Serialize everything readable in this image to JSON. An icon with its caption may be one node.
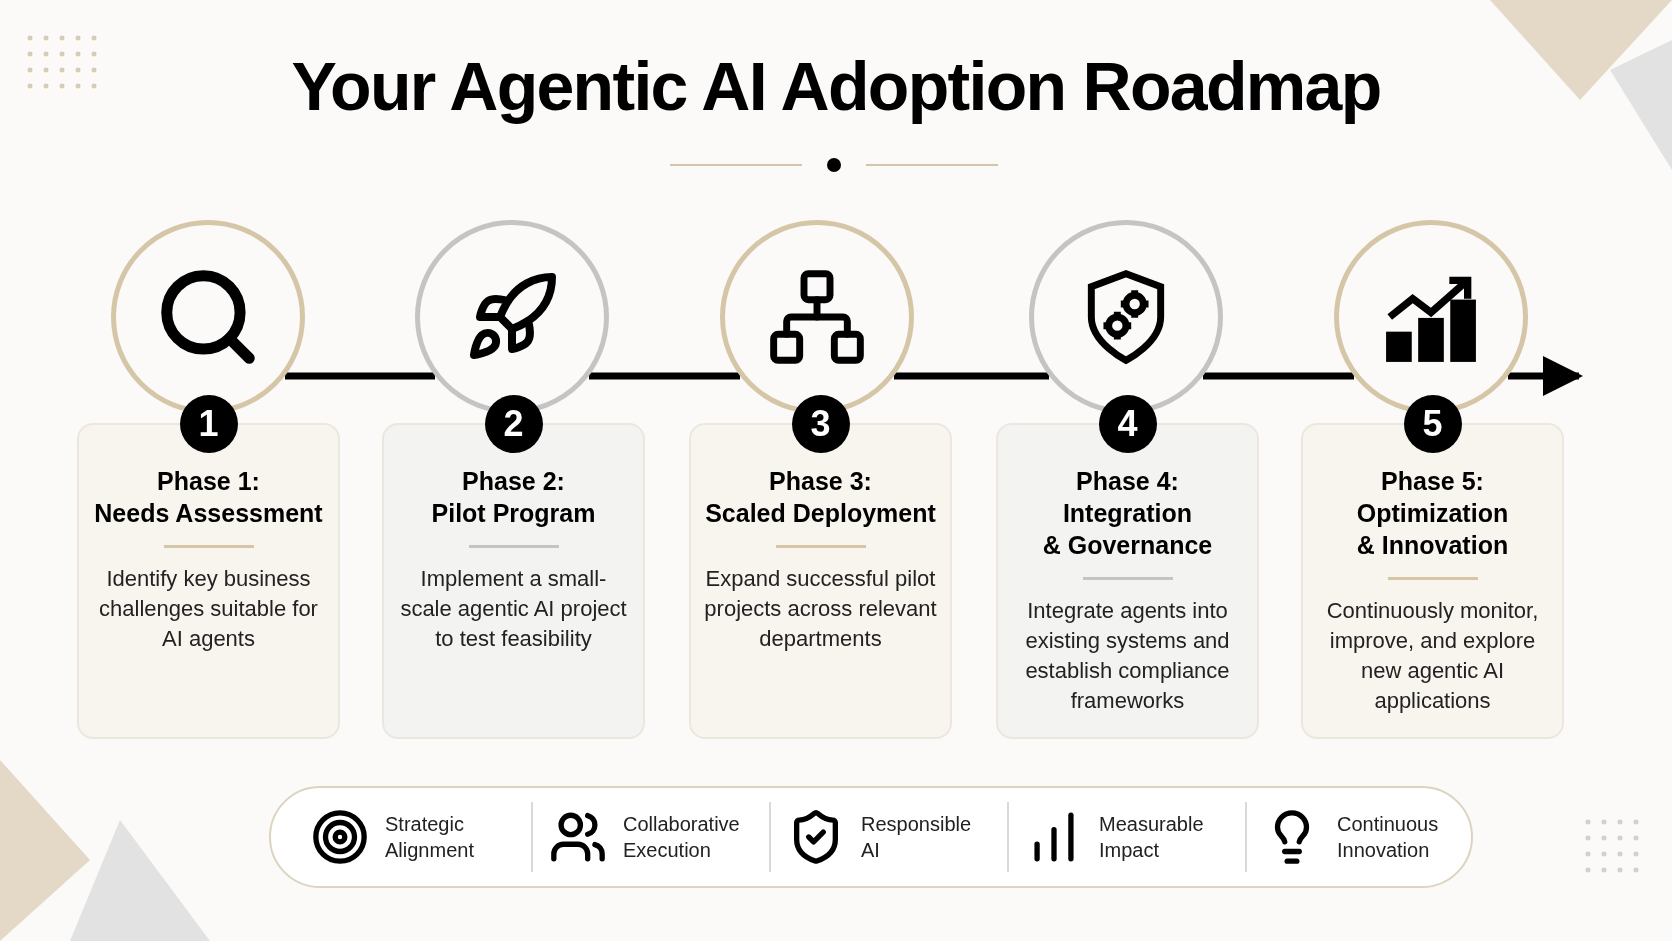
{
  "diagram": {
    "title": "Your Agentic AI Adoption Roadmap",
    "nodes": [
      {
        "text": [],
        "shape": "circle"
      },
      {
        "text": [
          "1",
          "Phase 1: Needs Assessment",
          "Identify key business challenges suitable for AI agents"
        ]
      },
      {
        "text": [],
        "shape": "circle"
      },
      {
        "text": [
          "2",
          "Phase 2: Pilot Program",
          "Implement a small-scale agentic AI project to test feasibility"
        ]
      },
      {
        "text": [],
        "shape": "circle"
      },
      {
        "text": [
          "3",
          "Phase 3: Scaled Deployment",
          "Expand successful pilot projects across relevant departments"
        ]
      },
      {
        "text": [],
        "shape": "circle"
      },
      {
        "text": [
          "4",
          "Phase 4: Integration & Governance",
          "Integrate agents into existing systems and establish compliance frameworks"
        ]
      },
      {
        "text": [],
        "shape": "circle"
      },
      {
        "text": [
          "5",
          "Phase 5: Optimization & Innovation",
          "Continuously monitor, improve, and explore new agentic AI applications"
        ]
      }
    ],
    "edges": [
      {
        "from": 0,
        "to": 2,
        "arrow": "none"
      },
      {
        "from": 2,
        "to": 4,
        "arrow": "none"
      },
      {
        "from": 4,
        "to": 6,
        "arrow": "none"
      },
      {
        "from": 6,
        "to": 8,
        "arrow": "none"
      },
      {
        "from": 8,
        "to": null,
        "arrow": "to"
      }
    ],
    "labels": [
      "Strategic Alignment",
      "Collaborative Execution",
      "Responsible AI",
      "Measurable Impact",
      "Continuous Innovation"
    ]
  }
}
